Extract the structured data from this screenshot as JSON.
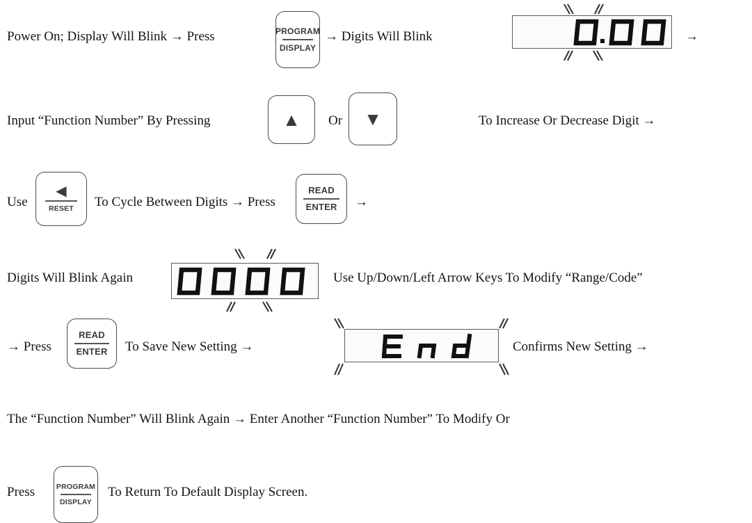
{
  "line1": {
    "a": "Power On; Display Will Blink → Press",
    "b": "→ Digits Will Blink",
    "c": "→"
  },
  "line2": {
    "a": "Input “Function Number” By Pressing",
    "b": "Or",
    "c": "To Increase Or Decrease Digit →"
  },
  "line3": {
    "a": "Use",
    "b": "To Cycle Between Digits → Press",
    "c": "→"
  },
  "line4": {
    "a": "Digits Will Blink Again",
    "b": "Use Up/Down/Left Arrow Keys To Modify “Range/Code”"
  },
  "line5": {
    "a": "→ Press",
    "b": "To Save New Setting →",
    "c": "Confirms New Setting →"
  },
  "line6": {
    "a": "The “Function Number” Will Blink Again → Enter Another “Function Number” To Modify Or"
  },
  "line7": {
    "a": "Press",
    "b": "To Return To Default Display Screen."
  },
  "keys": {
    "program_top": "PROGRAM",
    "program_bottom": "DISPLAY",
    "up_symbol": "▲",
    "down_symbol": "▼",
    "left_symbol": "◀",
    "reset_label": "RESET",
    "read_label": "READ",
    "enter_label": "ENTER"
  },
  "displays": {
    "first": "0.00",
    "second": "0000",
    "third": "End"
  }
}
